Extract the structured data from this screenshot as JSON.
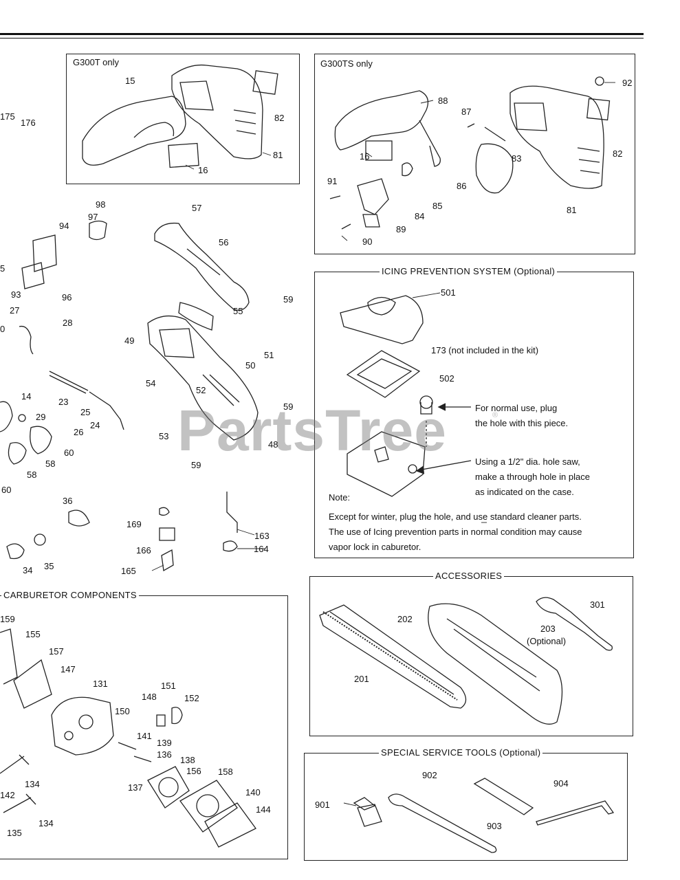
{
  "boxes": {
    "g300t": "G300T only",
    "g300ts": "G300TS only",
    "icing": "ICING PREVENTION SYSTEM (Optional)",
    "accessories": "ACCESSORIES",
    "carb": "CARBURETOR COMPONENTS",
    "tools": "SPECIAL SERVICE TOOLS (Optional)"
  },
  "icing_notes": {
    "part173": "173 (not included in the kit)",
    "normal1": "For normal use, plug",
    "normal2": "the hole with this piece.",
    "saw1": "Using a 1/2\" dia. hole saw,",
    "saw2": "make a through hole in place",
    "saw3": "as indicated on the case.",
    "note": "Note:",
    "line1": "Except for winter, plug the hole, and use standard cleaner parts.",
    "line2": "The use of Icing prevention parts in normal condition may cause",
    "line3": "vapor lock in caburetor."
  },
  "accessory_notes": {
    "optional": "(Optional)"
  },
  "watermark": {
    "text": "PartsTree",
    "mark": "®"
  },
  "labels": {
    "p175": "175",
    "p176": "176",
    "p15": "15",
    "p82a": "82",
    "p81a": "81",
    "p16a": "16",
    "p92": "92",
    "p88": "88",
    "p87": "87",
    "p82b": "82",
    "p16b": "16",
    "p83": "83",
    "p91": "91",
    "p86": "86",
    "p85": "85",
    "p84": "84",
    "p81b": "81",
    "p89": "89",
    "p90": "90",
    "p98": "98",
    "p97": "97",
    "p57": "57",
    "p94": "94",
    "p56": "56",
    "p5": "5",
    "p93": "93",
    "p96": "96",
    "p59a": "59",
    "p27": "27",
    "p0": "0",
    "p28": "28",
    "p55": "55",
    "p49": "49",
    "p50": "50",
    "p51": "51",
    "p54": "54",
    "p52": "52",
    "p14": "14",
    "p23": "23",
    "p25": "25",
    "p29": "29",
    "p24": "24",
    "p26": "26",
    "p59b": "59",
    "p53": "53",
    "p48": "48",
    "p60a": "60",
    "p58a": "58",
    "p58b": "58",
    "p59c": "59",
    "p60b": "60",
    "p36": "36",
    "p169": "169",
    "p163": "163",
    "p166": "166",
    "p164": "164",
    "p34": "34",
    "p35": "35",
    "p165": "165",
    "p501": "501",
    "p502": "502",
    "p202": "202",
    "p301": "301",
    "p203": "203",
    "p201": "201",
    "p159": "159",
    "p155": "155",
    "p157": "157",
    "p147": "147",
    "p131": "131",
    "p151": "151",
    "p148": "148",
    "p152": "152",
    "p150": "150",
    "p141": "141",
    "p139": "139",
    "p136": "136",
    "p138": "138",
    "p134a": "134",
    "p137": "137",
    "p156": "156",
    "p158": "158",
    "p142": "142",
    "p140": "140",
    "p144": "144",
    "p134b": "134",
    "p135": "135",
    "p902": "902",
    "p904": "904",
    "p901": "901",
    "p903": "903"
  }
}
